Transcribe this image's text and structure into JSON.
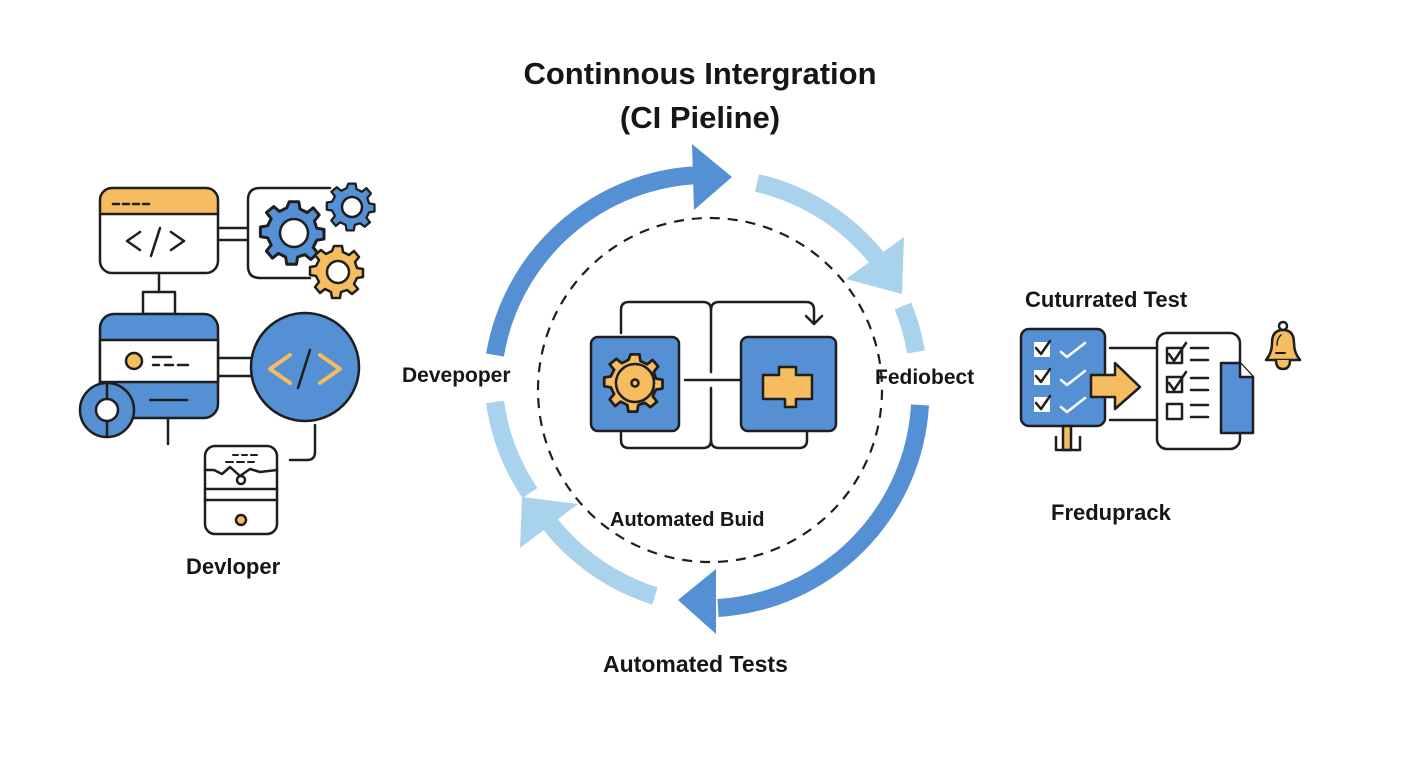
{
  "title": {
    "line1": "Continnous Intergration",
    "line2": "(CI Pieline)"
  },
  "labels": {
    "left_cluster": "Devloper",
    "cycle_left": "Devepoper",
    "cycle_right": "Fediobect",
    "cycle_inner_bottom": "Automated Buid",
    "cycle_bottom": "Automated Tests",
    "right_top": "Cuturrated Test",
    "right_bottom": "Freduprack"
  },
  "icons": {
    "code_window": "code-window-icon",
    "gears": "gears-icon",
    "dev_card": "developer-card-icon",
    "code_circle": "code-circle-icon",
    "server": "server-icon",
    "build_gear": "build-gear-icon",
    "build_package": "package-icon",
    "checklist_board": "checklist-board-icon",
    "report": "report-document-icon",
    "bell": "bell-icon",
    "arrow": "arrow-right-icon"
  },
  "colors": {
    "blue": "#5590d4",
    "light_blue": "#a9d2ec",
    "orange": "#f5bd5f",
    "stroke": "#1e1e1e"
  }
}
